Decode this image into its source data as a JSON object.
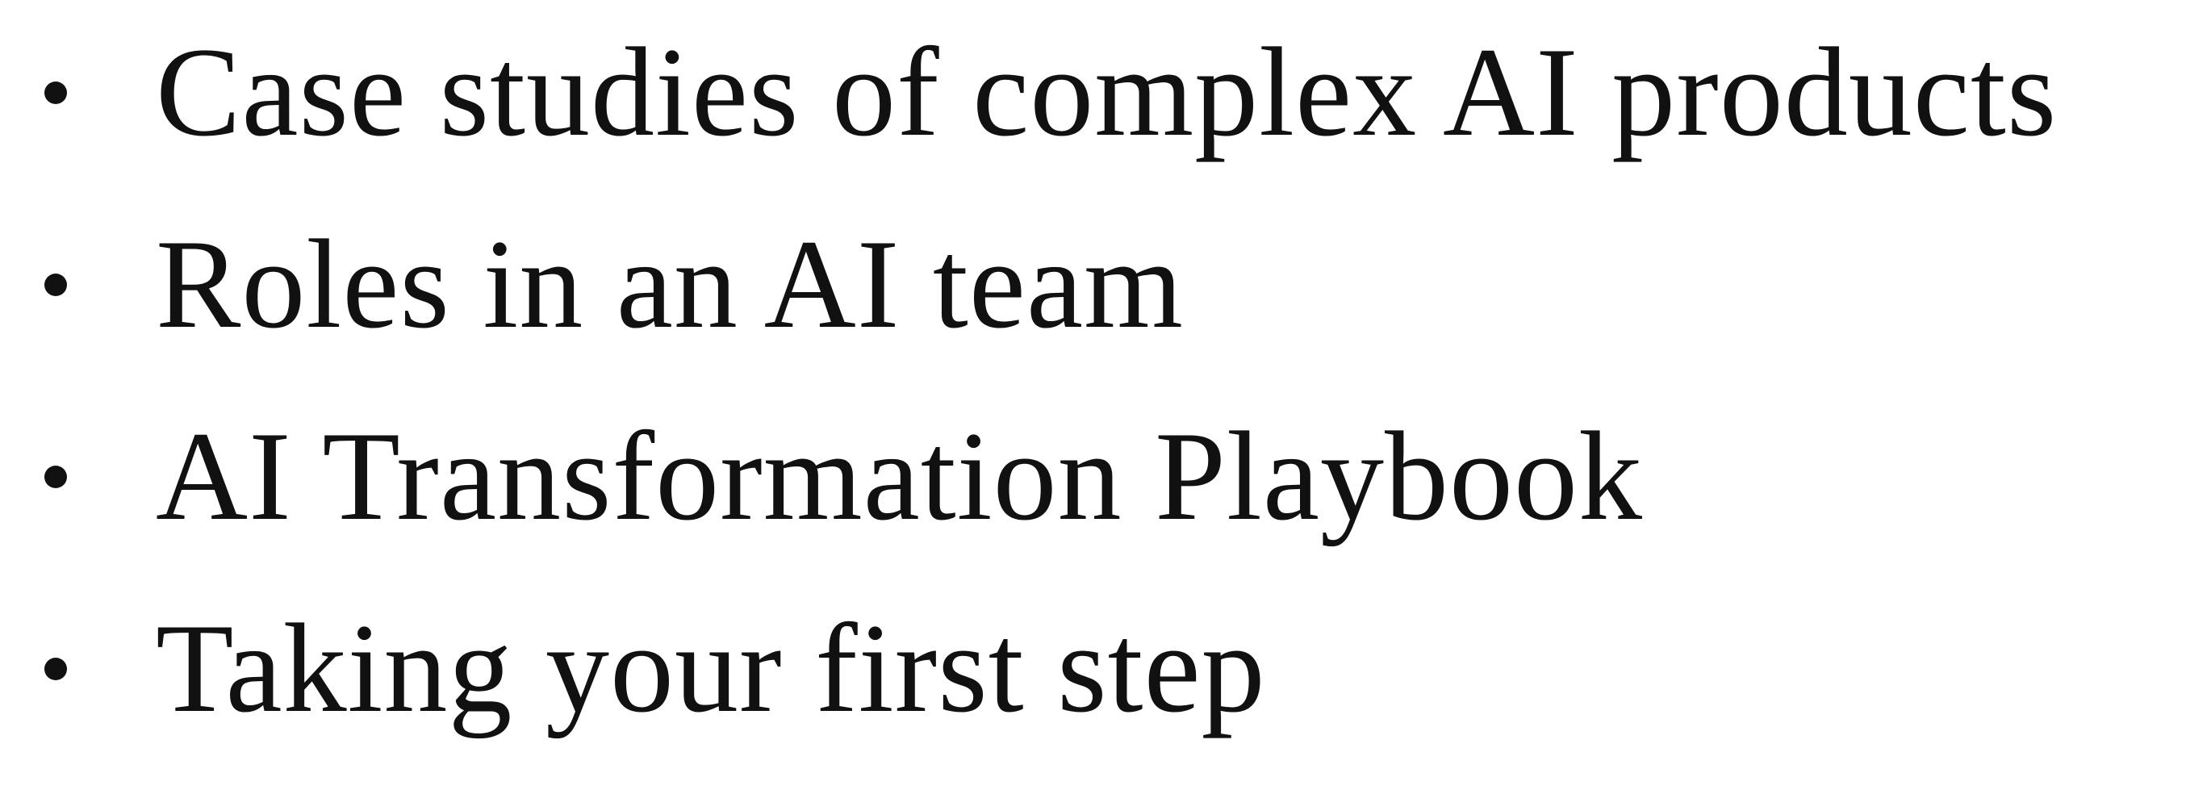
{
  "slide": {
    "bullets": [
      "Case studies of complex AI products",
      "Roles in an AI team",
      "AI Transformation Playbook",
      "Taking your first step"
    ]
  }
}
